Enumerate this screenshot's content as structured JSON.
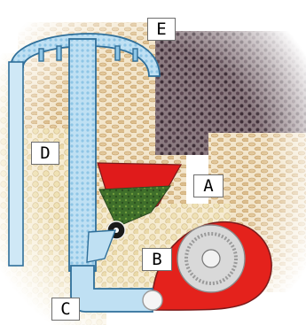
{
  "diagram": {
    "labels": {
      "e": "E",
      "d": "D",
      "a": "A",
      "b": "B",
      "c": "C"
    },
    "colors": {
      "tube": "#8fc6e6",
      "tube_outline": "#2f6f9a",
      "hopper_red": "#e01b1b",
      "hopper_green": "#3f6f2b",
      "fan_red": "#e4221c",
      "fan_grey": "#d9d9d9",
      "seed_wheat": "#e2c79a",
      "seed_soy": "#efe1b4",
      "seed_dark": "#4b3a44"
    }
  }
}
